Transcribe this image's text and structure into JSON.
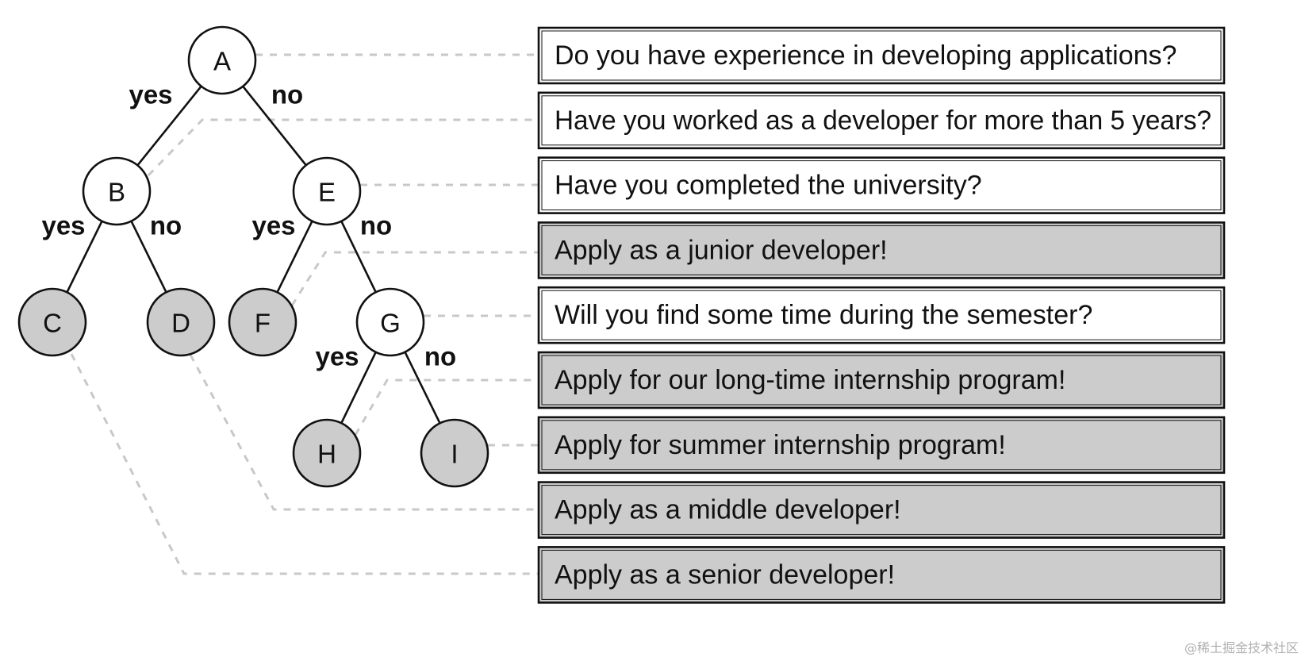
{
  "colors": {
    "question_fill": "#ffffff",
    "answer_fill": "#cccccc",
    "line": "#111111",
    "leader": "#c8c8c8"
  },
  "nodes": [
    {
      "id": "A",
      "label": "A",
      "kind": "question"
    },
    {
      "id": "B",
      "label": "B",
      "kind": "question"
    },
    {
      "id": "E",
      "label": "E",
      "kind": "question"
    },
    {
      "id": "C",
      "label": "C",
      "kind": "answer"
    },
    {
      "id": "D",
      "label": "D",
      "kind": "answer"
    },
    {
      "id": "F",
      "label": "F",
      "kind": "answer"
    },
    {
      "id": "G",
      "label": "G",
      "kind": "question"
    },
    {
      "id": "H",
      "label": "H",
      "kind": "answer"
    },
    {
      "id": "I",
      "label": "I",
      "kind": "answer"
    }
  ],
  "edges": [
    {
      "from": "A",
      "to": "B",
      "label": "yes"
    },
    {
      "from": "A",
      "to": "E",
      "label": "no"
    },
    {
      "from": "B",
      "to": "C",
      "label": "yes"
    },
    {
      "from": "B",
      "to": "D",
      "label": "no"
    },
    {
      "from": "E",
      "to": "F",
      "label": "yes"
    },
    {
      "from": "E",
      "to": "G",
      "label": "no"
    },
    {
      "from": "G",
      "to": "H",
      "label": "yes"
    },
    {
      "from": "G",
      "to": "I",
      "label": "no"
    }
  ],
  "boxes": [
    {
      "node": "A",
      "text": "Do you have experience in developing applications?",
      "kind": "question"
    },
    {
      "node": "B",
      "text": "Have you worked as a developer for more than 5 years?",
      "kind": "question"
    },
    {
      "node": "E",
      "text": "Have you completed the university?",
      "kind": "question"
    },
    {
      "node": "F",
      "text": "Apply as a junior developer!",
      "kind": "answer"
    },
    {
      "node": "G",
      "text": "Will you find some time during the semester?",
      "kind": "question"
    },
    {
      "node": "H",
      "text": "Apply for our long-time internship program!",
      "kind": "answer"
    },
    {
      "node": "I",
      "text": "Apply for summer internship program!",
      "kind": "answer"
    },
    {
      "node": "D",
      "text": "Apply as a middle developer!",
      "kind": "answer"
    },
    {
      "node": "C",
      "text": "Apply as a senior developer!",
      "kind": "answer"
    }
  ],
  "watermark": "@稀土掘金技术社区"
}
